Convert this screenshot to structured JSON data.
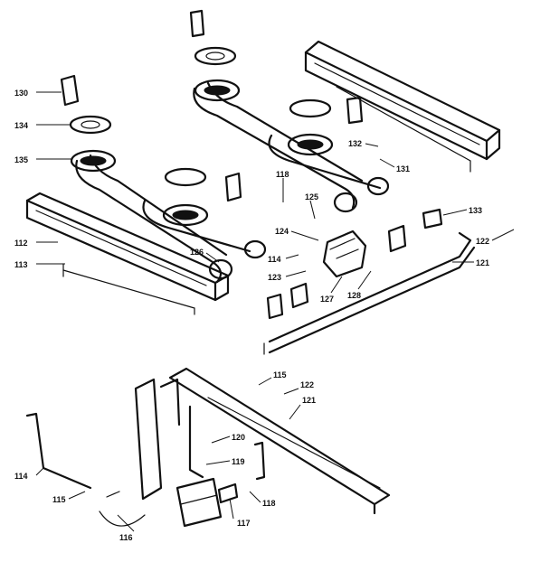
{
  "labels": {
    "l130": "130",
    "l134": "134",
    "l135": "135",
    "l112": "112",
    "l113": "113",
    "l118a": "118",
    "l125": "125",
    "l124": "124",
    "l126": "126",
    "l114a": "114",
    "l123": "123",
    "l127": "127",
    "l128": "128",
    "l132": "132",
    "l131": "131",
    "l133": "133",
    "l122a": "122",
    "l121a": "121",
    "l115a": "115",
    "l122b": "122",
    "l121b": "121",
    "l120": "120",
    "l119": "119",
    "l114b": "114",
    "l115b": "115",
    "l118b": "118",
    "l117": "117",
    "l116": "116"
  }
}
